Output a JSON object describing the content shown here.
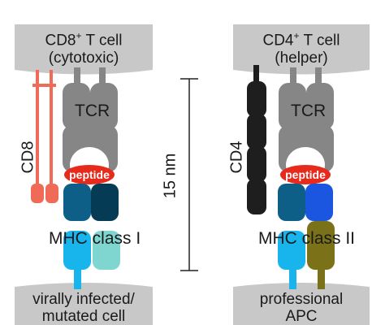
{
  "left_panel": {
    "top_cell_name": "CD8",
    "top_cell_sup": "+",
    "top_cell_rest": " T cell",
    "top_cell_type": "(cytotoxic)",
    "coreceptor": "CD8",
    "tcr": "TCR",
    "peptide": "peptide",
    "mhc": "MHC class I",
    "bottom_cell_line1": "virally infected/",
    "bottom_cell_line2": "mutated cell"
  },
  "right_panel": {
    "top_cell_name": "CD4",
    "top_cell_sup": "+",
    "top_cell_rest": " T cell",
    "top_cell_type": "(helper)",
    "coreceptor": "CD4",
    "tcr": "TCR",
    "peptide": "peptide",
    "mhc": "MHC class II",
    "bottom_cell_line1": "professional",
    "bottom_cell_line2": "APC"
  },
  "scale": {
    "label": "15 nm"
  },
  "colors": {
    "membrane": "#c8c8c8",
    "tcr": "#868686",
    "peptide": "#e62a1c",
    "cd8": "#f06a58",
    "cd4": "#1e1e1e",
    "mhc1_alpha_top": "#0d5f87",
    "mhc1_alpha_bottom": "#18b4ec",
    "mhc1_top_right": "#063b55",
    "mhc1_b2m": "#7fd6d0",
    "mhc2_alpha_top": "#0d5f87",
    "mhc2_alpha_bottom": "#18b4ec",
    "mhc2_beta_top": "#1a56e0",
    "mhc2_beta_bottom": "#7b7118"
  }
}
